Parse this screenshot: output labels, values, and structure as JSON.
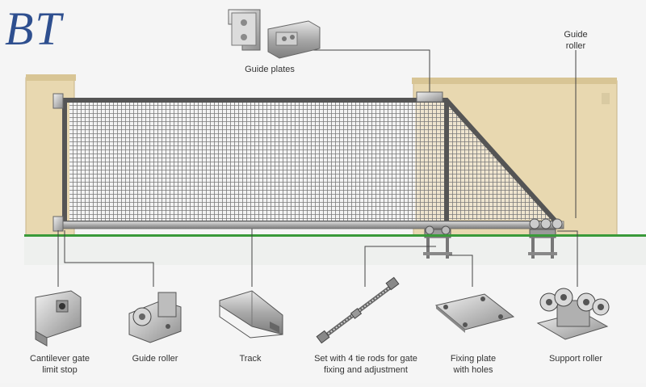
{
  "logo": {
    "text": "BT",
    "color": "#2e4f8f"
  },
  "colors": {
    "wall": "#e8d8b0",
    "wall_edge": "#c8b487",
    "frame": "#5a5a5a",
    "mesh": "#777777",
    "ground_line": "#3a9a3a",
    "ground": "#eef0ee",
    "leader": "#444444"
  },
  "labels": {
    "guide_plates": "Guide plates",
    "guide_roller_top": "Guide\nroller",
    "limit_stop": "Cantilever gate\nlimit stop",
    "guide_roller": "Guide roller",
    "track": "Track",
    "tie_rods": "Set with 4 tie rods for gate\nfixing and adjustment",
    "fixing_plate": "Fixing plate\nwith holes",
    "support_roller": "Support roller"
  },
  "icons": {
    "guide_plates": "guide-plates-icon",
    "guide_roller_top": "guide-roller-icon",
    "limit_stop": "limit-stop-bracket-icon",
    "guide_roller": "guide-roller-icon",
    "track": "track-profile-icon",
    "tie_rods": "tie-rod-icon",
    "fixing_plate": "fixing-plate-icon",
    "support_roller": "support-roller-icon"
  }
}
